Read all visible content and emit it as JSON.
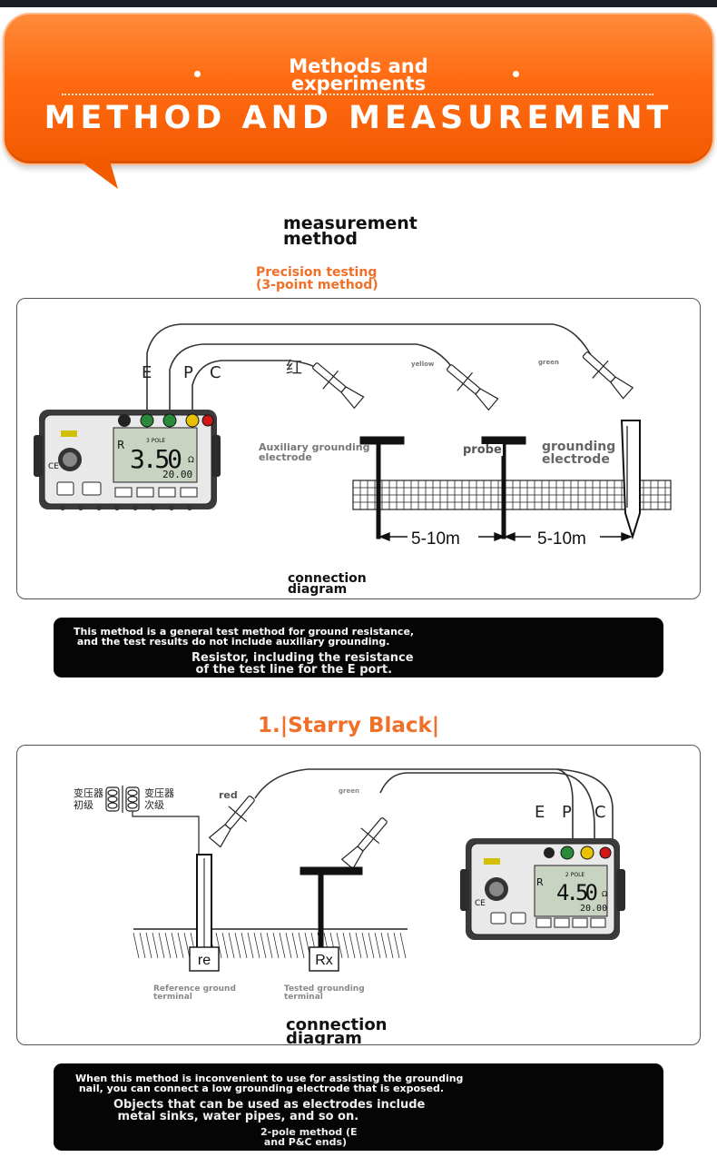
{
  "banner": {
    "title_cn": "Methods and\nexperiments",
    "title_en": "METHOD AND MEASUREMENT"
  },
  "section1": {
    "heading": "measurement\nmethod",
    "subheading": "Precision testing\n(3-point method)",
    "terminals": [
      "E",
      "P",
      "C"
    ],
    "clip_labels": {
      "red": "红",
      "yellow": "yellow",
      "green": "green"
    },
    "electrode_labels": {
      "auxiliary": "Auxiliary grounding\nelectrode",
      "probe": "probe",
      "grounding": "grounding\nelectrode"
    },
    "distance_1": "5-10m",
    "distance_2": "5-10m",
    "caption": "connection\ndiagram",
    "meter": {
      "reading": "3.50",
      "range": "20.00",
      "unit": "Ω",
      "mode": "3 POLE",
      "r_label": "R"
    }
  },
  "note1": {
    "line1": "This method is a general test method for ground resistance,\n and the test results do not include auxiliary grounding.",
    "line2": "Resistor, including the resistance\n of the test line for the E port."
  },
  "section2": {
    "heading": "1.|Starry Black|",
    "transformer_primary": "变压器\n初级",
    "transformer_secondary": "变压器\n次级",
    "clip_labels": {
      "red": "red",
      "green": "green"
    },
    "terminals": [
      "E",
      "P",
      "C"
    ],
    "ref_box": "re",
    "test_box": "Rx",
    "ref_label": "Reference ground\nterminal",
    "test_label": "Tested grounding\nterminal",
    "caption": "connection\ndiagram",
    "meter": {
      "reading": "4.50",
      "range": "20.00",
      "unit": "Ω",
      "mode": "2 POLE",
      "r_label": "R"
    }
  },
  "note2": {
    "line1": "When this method is inconvenient to use for assisting the grounding\n nail, you can connect a low grounding electrode that is exposed.",
    "line2": "Objects that can be used as electrodes include\n metal sinks, water pipes, and so on.",
    "line3": "2-pole method (E\n and P&C ends)"
  },
  "colors": {
    "banner_orange": "#ff6a10",
    "accent_orange": "#f0702a",
    "terminal_green": "#2a8a3a",
    "terminal_yellow": "#e8c200",
    "terminal_red": "#d01818"
  }
}
